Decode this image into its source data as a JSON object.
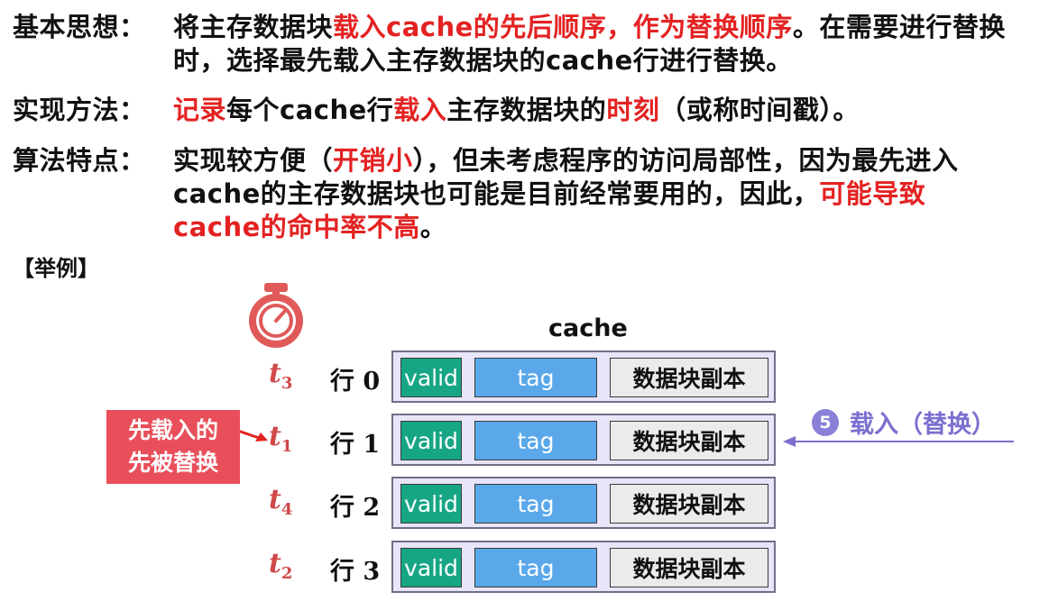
{
  "basic_idea": {
    "term": "基本思想：",
    "seg1": "将主存数据块",
    "seg2": "载入cache的先后顺序",
    "seg3": "，",
    "seg4": "作为替换顺序",
    "seg5": "。在需要进行替换时，选择最先载入主存数据块的cache行进行替换。"
  },
  "method": {
    "term": "实现方法：",
    "seg1": "记录",
    "seg2": "每个cache行",
    "seg3": "载入",
    "seg4": "主存数据块的",
    "seg5": "时刻",
    "seg6": "（或称时间戳）。"
  },
  "features": {
    "term": "算法特点：",
    "seg1": "实现较方便（",
    "seg2": "开销小",
    "seg3": "），但未考虑程序的访问局部性，因为最先进入cache的主存数据块也可能是目前经常要用的，因此，",
    "seg4": "可能导致cache的命中率不高",
    "seg5": "。"
  },
  "example_label": "【举例】",
  "diagram": {
    "cache_title": "cache",
    "rows": [
      {
        "time_var": "t",
        "time_sub": "3",
        "line_cn": "行",
        "line_num": "0",
        "valid": "valid",
        "tag": "tag",
        "data": "数据块副本"
      },
      {
        "time_var": "t",
        "time_sub": "1",
        "line_cn": "行",
        "line_num": "1",
        "valid": "valid",
        "tag": "tag",
        "data": "数据块副本"
      },
      {
        "time_var": "t",
        "time_sub": "4",
        "line_cn": "行",
        "line_num": "2",
        "valid": "valid",
        "tag": "tag",
        "data": "数据块副本"
      },
      {
        "time_var": "t",
        "time_sub": "2",
        "line_cn": "行",
        "line_num": "3",
        "valid": "valid",
        "tag": "tag",
        "data": "数据块副本"
      }
    ],
    "fifo_note_line1": "先载入的",
    "fifo_note_line2": "先被替换",
    "load_step": "5",
    "load_text": "载入（替换）"
  },
  "colors": {
    "highlight": "#e32222",
    "valid": "#17a685",
    "tag": "#5aa8ea",
    "data": "#ebebeb",
    "row_bg": "#e7e5f7",
    "note_box": "#e84f5a",
    "load_arrow": "#7b6fcf",
    "stopwatch": "#e05a5a"
  },
  "icons": [
    "stopwatch-icon",
    "red-arrow",
    "load-arrow"
  ]
}
